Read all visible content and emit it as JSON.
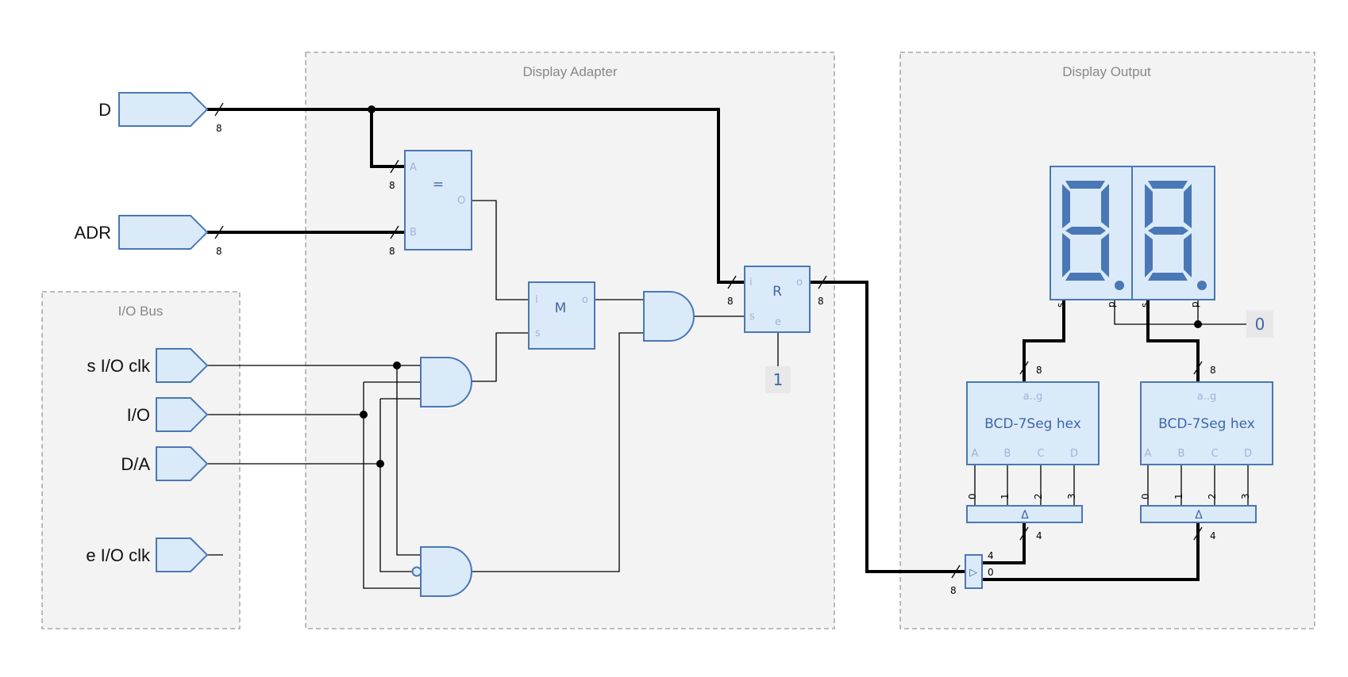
{
  "groups": {
    "display_adapter": "Display Adapter",
    "display_output": "Display Output",
    "io_bus": "I/O Bus"
  },
  "inputs": {
    "d": "D",
    "adr": "ADR",
    "s_io_clk": "s I/O clk",
    "io": "I/O",
    "da": "D/A",
    "e_io_clk": "e I/O clk"
  },
  "comparator": {
    "label": "=",
    "pin_a": "A",
    "pin_b": "B",
    "pin_o": "O"
  },
  "mux": {
    "label": "M",
    "pin_i": "i",
    "pin_s": "s",
    "pin_o": "o"
  },
  "register": {
    "label": "R",
    "pin_i": "i",
    "pin_s": "s",
    "pin_e": "e",
    "pin_o": "o"
  },
  "constants": {
    "enable": "1",
    "dp": "0"
  },
  "decoder": {
    "label": "BCD-7Seg hex",
    "pin_out": "a..g",
    "pins": [
      "A",
      "B",
      "C",
      "D"
    ]
  },
  "display": {
    "pin_s": "s",
    "pin_p": "p"
  },
  "splitter": {
    "glyph": "Δ",
    "bits": [
      "0",
      "1",
      "2",
      "3"
    ],
    "main_out": [
      "4",
      "0"
    ],
    "main_glyph": "▷"
  },
  "bus_widths": {
    "d": "8",
    "adr": "8",
    "cmp_a": "8",
    "cmp_b": "8",
    "reg_in": "8",
    "reg_out": "8",
    "seg1": "8",
    "seg2": "8",
    "split1": "4",
    "split2": "4",
    "main_in": "8"
  }
}
